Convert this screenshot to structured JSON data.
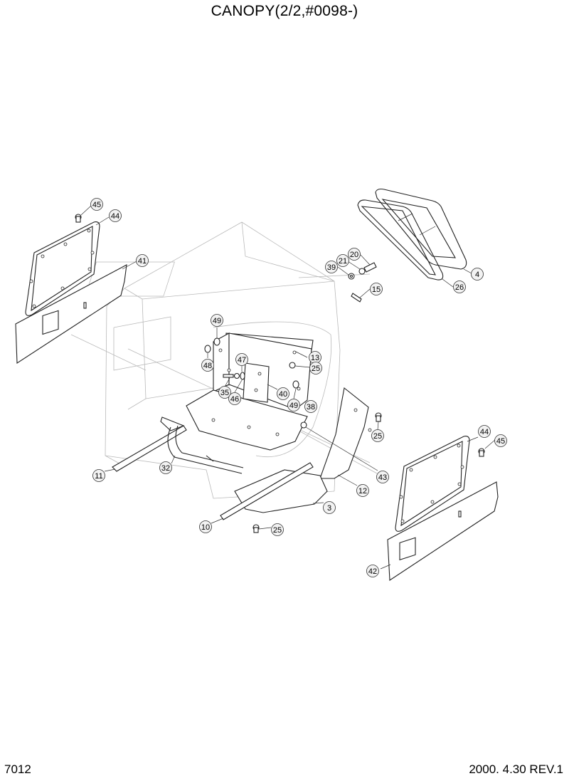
{
  "title": "CANOPY(2/2,#0098-)",
  "page_number": "7012",
  "revision": "2000. 4.30 REV.1",
  "callouts": [
    {
      "id": "c45a",
      "label": "45"
    },
    {
      "id": "c44a",
      "label": "44"
    },
    {
      "id": "c41",
      "label": "41"
    },
    {
      "id": "c4",
      "label": "4"
    },
    {
      "id": "c26",
      "label": "26"
    },
    {
      "id": "c20",
      "label": "20"
    },
    {
      "id": "c21",
      "label": "21"
    },
    {
      "id": "c39",
      "label": "39"
    },
    {
      "id": "c15",
      "label": "15"
    },
    {
      "id": "c49a",
      "label": "49"
    },
    {
      "id": "c48",
      "label": "48"
    },
    {
      "id": "c13",
      "label": "13"
    },
    {
      "id": "c25a",
      "label": "25"
    },
    {
      "id": "c47",
      "label": "47"
    },
    {
      "id": "c35",
      "label": "35"
    },
    {
      "id": "c46",
      "label": "46"
    },
    {
      "id": "c40",
      "label": "40"
    },
    {
      "id": "c49b",
      "label": "49"
    },
    {
      "id": "c38",
      "label": "38"
    },
    {
      "id": "c25b",
      "label": "25"
    },
    {
      "id": "c44b",
      "label": "44"
    },
    {
      "id": "c45b",
      "label": "45"
    },
    {
      "id": "c11",
      "label": "11"
    },
    {
      "id": "c32",
      "label": "32"
    },
    {
      "id": "c43",
      "label": "43"
    },
    {
      "id": "c12",
      "label": "12"
    },
    {
      "id": "c3",
      "label": "3"
    },
    {
      "id": "c10",
      "label": "10"
    },
    {
      "id": "c25c",
      "label": "25"
    },
    {
      "id": "c42",
      "label": "42"
    }
  ]
}
